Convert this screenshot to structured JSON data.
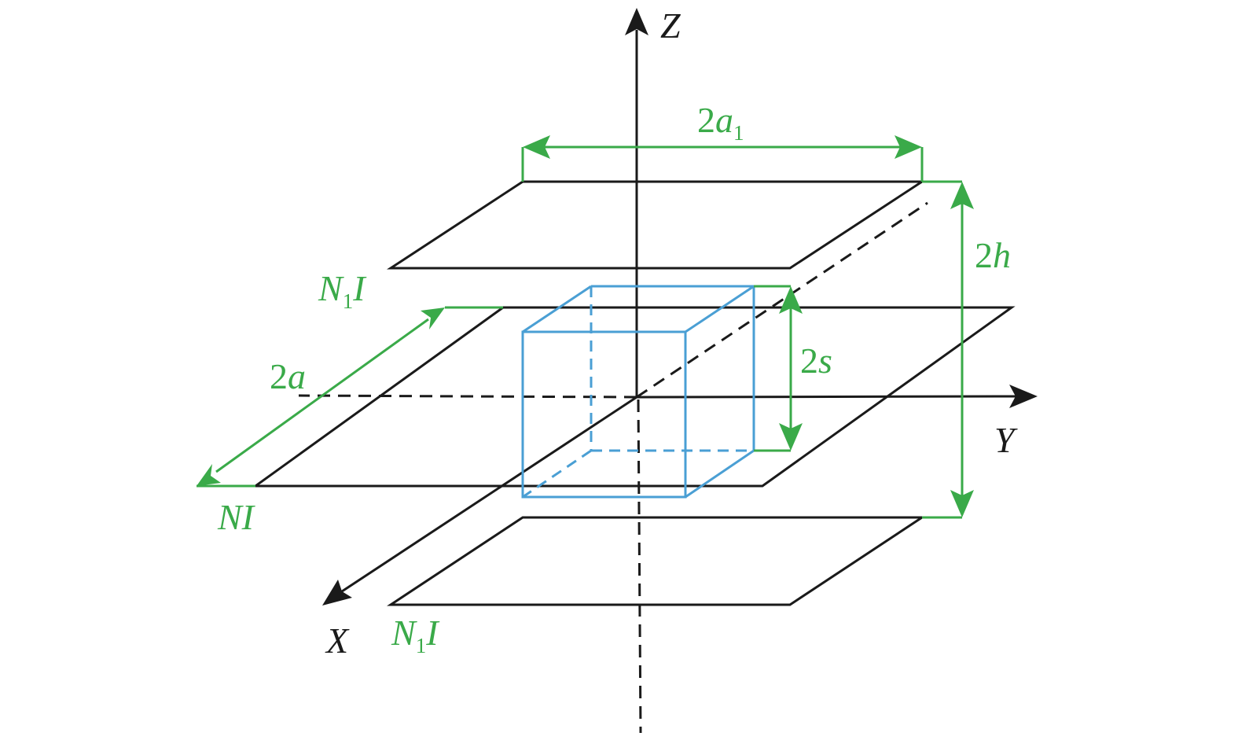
{
  "axes": {
    "x": "X",
    "y": "Y",
    "z": "Z"
  },
  "dimensions": {
    "top_width": {
      "coef": "2",
      "var": "a",
      "sub": "1"
    },
    "half_gap": {
      "coef": "2",
      "var": "h"
    },
    "cube_side": {
      "coef": "2",
      "var": "s"
    },
    "middle_width": {
      "coef": "2",
      "var": "a"
    }
  },
  "currents": {
    "top_coil": {
      "n": "N",
      "sub": "1",
      "i": "I"
    },
    "middle_coil": {
      "text": "NI"
    },
    "bottom_coil": {
      "n": "N",
      "sub": "1",
      "i": "I"
    }
  },
  "colors": {
    "frame": "#1a1a1a",
    "dimension": "#3aaa49",
    "cube": "#4a9fd4"
  }
}
